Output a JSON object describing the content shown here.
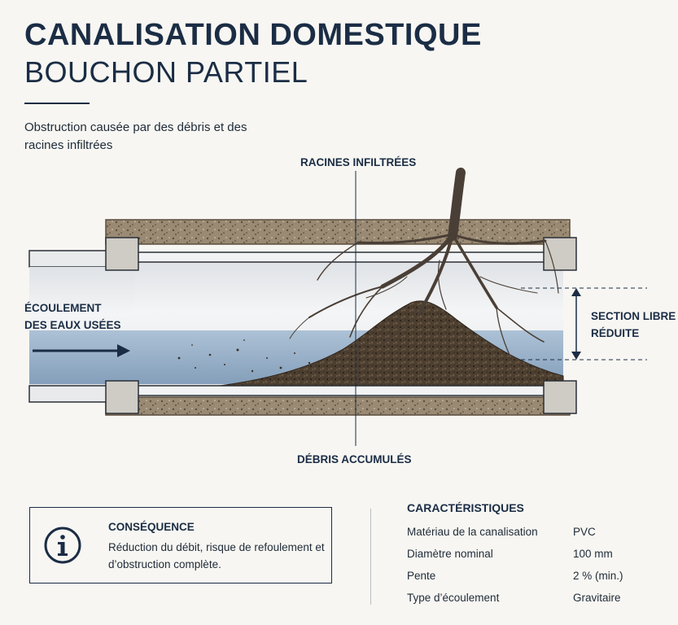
{
  "title": {
    "line1": "CANALISATION DOMESTIQUE",
    "line2": "BOUCHON PARTIEL"
  },
  "subtitle": "Obstruction causée par des débris et des racines infiltrées",
  "labels": {
    "roots": "RACINES INFILTRÉES",
    "flow_line1": "ÉCOULEMENT",
    "flow_line2": "DES EAUX USÉES",
    "section_line1": "SECTION LIBRE",
    "section_line2": "RÉDUITE",
    "debris": "DÉBRIS ACCUMULÉS"
  },
  "consequence": {
    "title": "CONSÉQUENCE",
    "text": "Réduction du débit, risque de refoulement et d’obstruction complète.",
    "icon": "info-icon"
  },
  "specs": {
    "title": "CARACTÉRISTIQUES",
    "rows": [
      {
        "label": "Matériau de la canalisation",
        "value": "PVC"
      },
      {
        "label": "Diamètre nominal",
        "value": "100 mm"
      },
      {
        "label": "Pente",
        "value": "2 % (min.)"
      },
      {
        "label": "Type d’écoulement",
        "value": "Gravitaire"
      }
    ]
  },
  "colors": {
    "navy": "#1b2d45",
    "water": "#8fa9c4",
    "soil": "#8a7b66",
    "debris": "#4a3c2e",
    "concrete": "#c9c6c0"
  }
}
